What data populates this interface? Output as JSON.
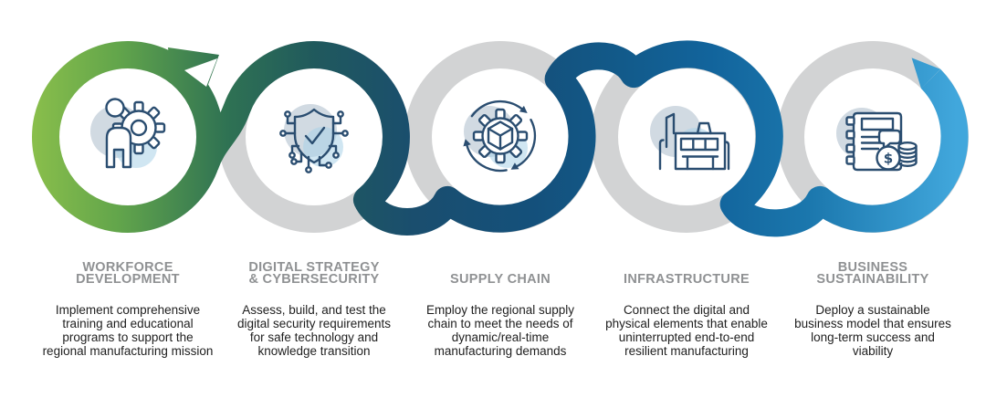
{
  "figure_title": "Regional manufacturing mission process infographic",
  "colors": {
    "ribbon": [
      "#8fc24b",
      "#62a54b",
      "#2f7253",
      "#20595d",
      "#1a4e6e",
      "#14507b",
      "#125a8a",
      "#12649c",
      "#1b77ad",
      "#41a7dc"
    ],
    "ring_gray": "#d2d3d4",
    "icon_line": "#2a4d70",
    "blob1": "#b5c4d1",
    "blob2": "#a9d2e8",
    "heading": "#8f9193",
    "body_text": "#1e1e1e"
  },
  "icons": {
    "currency_symbol": "$"
  },
  "sections": [
    {
      "id": "workforce-development",
      "title": "WORKFORCE\nDEVELOPMENT",
      "description": "Implement comprehensive\ntraining and educational\nprograms to support the\nregional manufacturing mission",
      "icon": "person-gear-icon"
    },
    {
      "id": "digital-strategy-cybersecurity",
      "title": "DIGITAL STRATEGY\n& CYBERSECURITY",
      "description": "Assess, build, and test the\ndigital security requirements\nfor safe technology and\nknowledge transition",
      "icon": "shield-check-circuit-icon"
    },
    {
      "id": "supply-chain",
      "title": "SUPPLY CHAIN",
      "description": "Employ the regional supply\nchain to meet the needs of\ndynamic/real-time\nmanufacturing demands",
      "icon": "gear-cube-cycle-icon"
    },
    {
      "id": "infrastructure",
      "title": "INFRASTRUCTURE",
      "description": "Connect the digital and\nphysical elements that enable\nuninterrupted end-to-end\nresilient manufacturing",
      "icon": "factory-icon"
    },
    {
      "id": "business-sustainability",
      "title": "BUSINESS\nSUSTAINABILITY",
      "description": "Deploy a sustainable\nbusiness model that ensures\nlong-term success and\nviability",
      "icon": "document-finance-icon"
    }
  ]
}
